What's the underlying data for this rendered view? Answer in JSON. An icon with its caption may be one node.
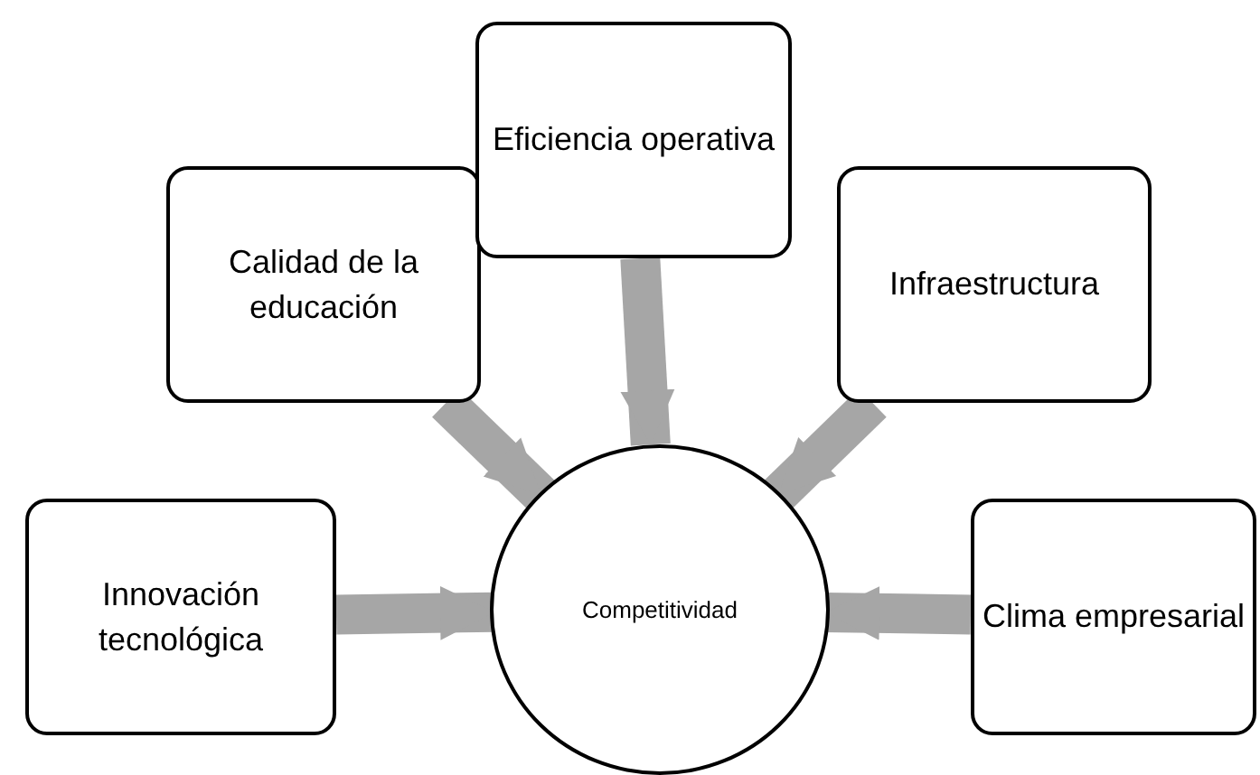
{
  "diagram": {
    "nodes": [
      {
        "text": [
          "Competitividad"
        ]
      },
      {
        "text": [
          "Calidad de la educación"
        ]
      },
      {
        "text": [
          "Eficiencia operativa"
        ]
      },
      {
        "text": [
          "Infraestructura"
        ]
      },
      {
        "text": [
          "Innovación tecnológica"
        ]
      },
      {
        "text": [
          "Clima empresarial"
        ]
      }
    ],
    "edges": [
      {
        "from": 1,
        "to": 0,
        "arrow": "to"
      },
      {
        "from": 2,
        "to": 0,
        "arrow": "to"
      },
      {
        "from": 3,
        "to": 0,
        "arrow": "to"
      },
      {
        "from": 4,
        "to": 0,
        "arrow": "to"
      },
      {
        "from": 5,
        "to": 0,
        "arrow": "to"
      }
    ]
  }
}
